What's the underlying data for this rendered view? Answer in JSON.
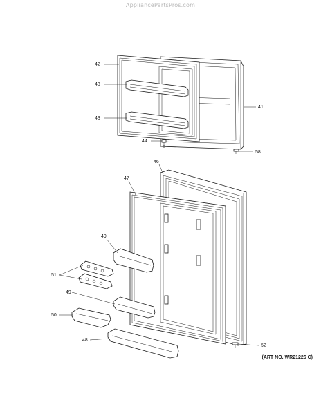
{
  "watermark": "AppliancePartsPros.com",
  "art_number": "(ART NO. WR21226 C)",
  "callouts": {
    "c42": "42",
    "c43a": "43",
    "c43b": "43",
    "c41": "41",
    "c44": "44",
    "c58": "58",
    "c46": "46",
    "c47": "47",
    "c49a": "49",
    "c51": "51",
    "c49b": "49",
    "c50": "50",
    "c48": "48",
    "c52": "52"
  }
}
